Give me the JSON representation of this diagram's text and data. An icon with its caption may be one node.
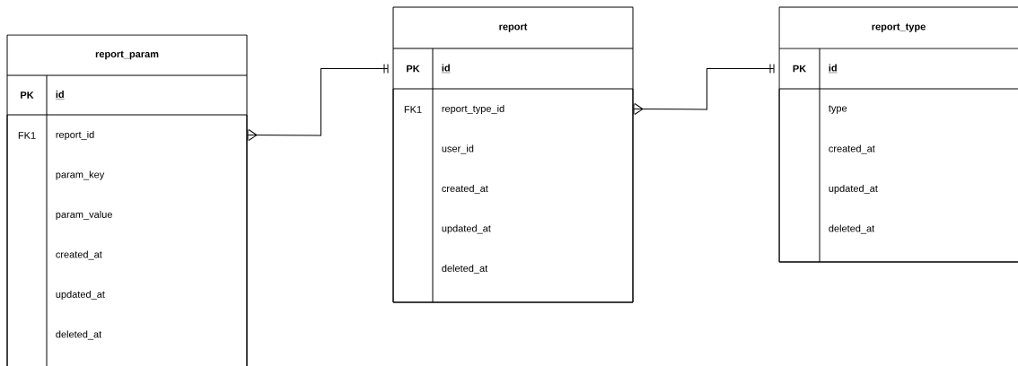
{
  "diagram": {
    "nodes": [
      {
        "text": [
          "report_param"
        ]
      },
      {
        "text": [
          "PK",
          "id"
        ],
        "in": 0
      },
      {
        "text": [
          "FK1",
          "report_id",
          "param_key",
          "param_value",
          "created_at",
          "updated_at",
          "deleted_at"
        ],
        "in": 0
      },
      {
        "text": [
          "report"
        ]
      },
      {
        "text": [
          "PK",
          "id"
        ],
        "in": 3
      },
      {
        "text": [
          "FK1",
          "report_type_id",
          "user_id",
          "created_at",
          "updated_at",
          "deleted_at"
        ],
        "in": 3
      },
      {
        "text": [
          "report_type"
        ]
      },
      {
        "text": [
          "PK",
          "id"
        ],
        "in": 6
      },
      {
        "text": [
          "type",
          "created_at",
          "updated_at",
          "deleted_at"
        ],
        "in": 6
      }
    ],
    "edges": [
      {
        "from": 2,
        "to": 4,
        "arrow": "other"
      },
      {
        "from": 5,
        "to": 7,
        "arrow": "other"
      }
    ]
  }
}
